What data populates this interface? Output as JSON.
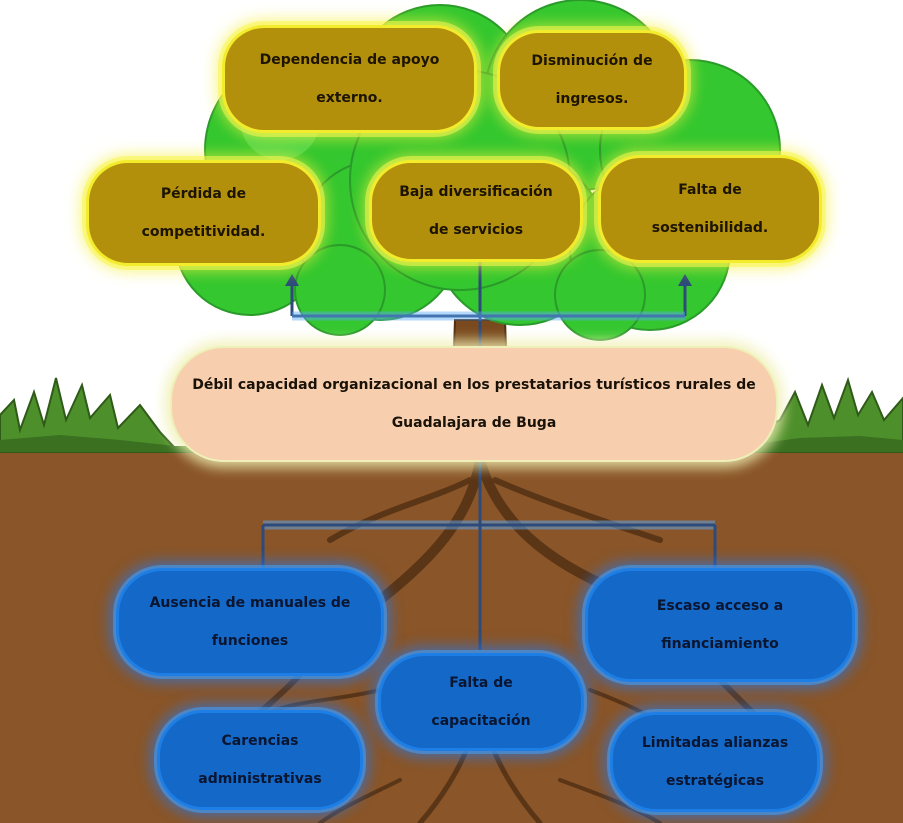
{
  "colors": {
    "effect_fill": "#b3900c",
    "effect_glow": "#f3ec2c",
    "cause_fill": "#1468c8",
    "cause_glow": "#3e9bf0",
    "problem_fill": "#f7cfae",
    "foliage": "#34c72f",
    "soil": "#8a5528",
    "grass": "#4d8f2a",
    "connector": "#2e4a7a"
  },
  "effects": {
    "dependencia": {
      "line1": "Dependencia de apoyo",
      "line2": "externo."
    },
    "disminucion": {
      "line1": "Disminución de",
      "line2": "ingresos."
    },
    "perdida": {
      "line1": "Pérdida de",
      "line2": "competitividad."
    },
    "baja": {
      "line1": "Baja diversificación",
      "line2": "de servicios"
    },
    "falta_sostenibilidad": {
      "line1": "Falta de",
      "line2": "sostenibilidad."
    }
  },
  "problem": {
    "line1": "Débil capacidad organizacional en los prestatarios turísticos rurales de",
    "line2": "Guadalajara de Buga"
  },
  "causes": {
    "ausencia": {
      "line1": "Ausencia de manuales de",
      "line2": "funciones"
    },
    "escaso": {
      "line1": "Escaso acceso a",
      "line2": "financiamiento"
    },
    "falta_capacitacion": {
      "line1": "Falta de",
      "line2": "capacitación"
    },
    "carencias": {
      "line1": "Carencias",
      "line2": "administrativas"
    },
    "limitadas": {
      "line1": "Limitadas alianzas",
      "line2": "estratégicas"
    }
  }
}
